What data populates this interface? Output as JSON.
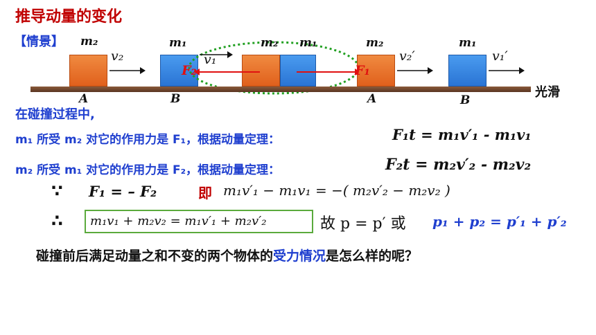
{
  "title": "推导动量的变化",
  "scene_label": "【情景】",
  "diagram": {
    "m1": "m₁",
    "m2": "m₂",
    "v1": "v₁",
    "v2": "v₂",
    "v1_prime": "v₁′",
    "v2_prime": "v₂′",
    "F1": "F₁",
    "F2": "F₂",
    "A": "A",
    "B": "B",
    "surface": "光滑"
  },
  "lines": {
    "intro": "在碰撞过程中,",
    "m1_text": "m₁ 所受 m₂ 对它的作用力是 F₁，根据动量定理：",
    "m1_eq": "F₁t  =  m₁v′₁ -  m₁v₁",
    "m2_text": "m₂ 所受 m₁ 对它的作用力是 F₂，根据动量定理：",
    "m2_eq": "F₂t = m₂v′₂ -  m₂v₂",
    "because_symbol": "∵",
    "because_eq": "F₁ = – F₂",
    "ji": "即",
    "ji_eq": "m₁v′₁ − m₁v₁  = −( m₂v′₂ − m₂v₂ )",
    "therefore_symbol": "∴",
    "conservation_eq": "m₁v₁ + m₂v₂ = m₁v′₁ + m₂v′₂",
    "gu": "故 p = p′ 或",
    "p_eq": "p₁ + p₂ = p′₁ + p′₂"
  },
  "question": {
    "before": "碰撞前后满足动量之和不变的两个物体的",
    "highlight": "受力情况",
    "after": "是怎么样的呢？"
  },
  "colors": {
    "title_red": "#c00000",
    "text_blue": "#1f3fcf",
    "block_orange": "#e8702a",
    "block_blue": "#3a86e0",
    "box_green": "#5aaa3c",
    "ellipse_green": "#22a022"
  }
}
